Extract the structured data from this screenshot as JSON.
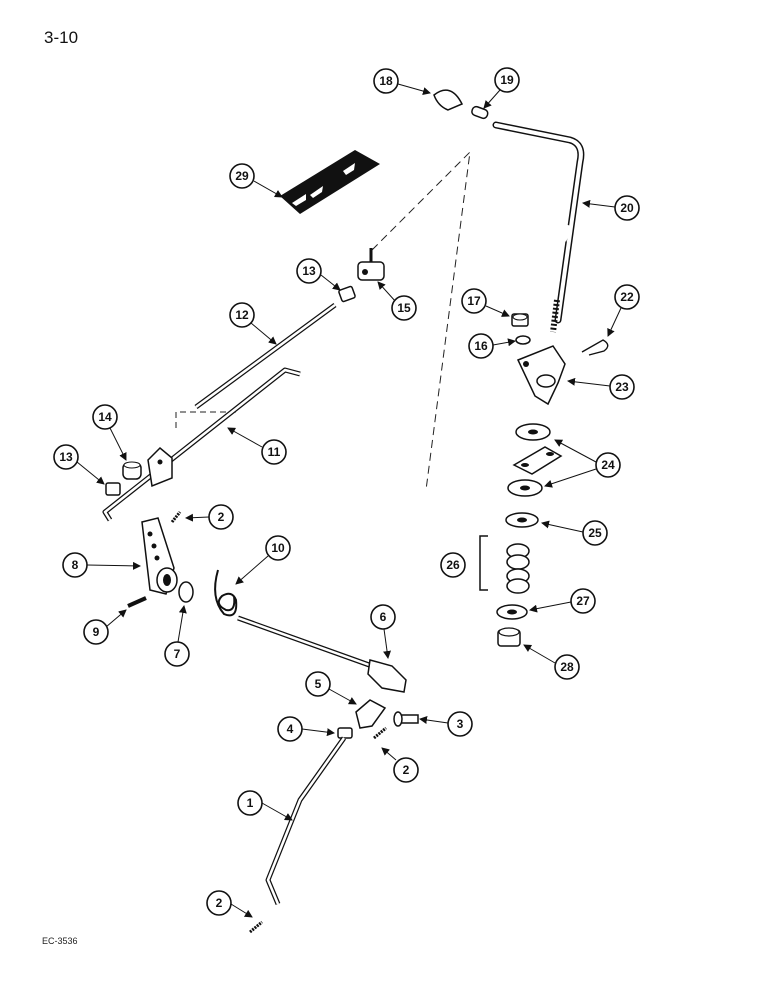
{
  "page_label": "3-10",
  "figure_code": "EC-3536",
  "callouts": [
    "1",
    "2",
    "2",
    "2",
    "3",
    "4",
    "5",
    "6",
    "7",
    "8",
    "9",
    "10",
    "11",
    "12",
    "13",
    "13",
    "14",
    "15",
    "16",
    "17",
    "18",
    "19",
    "20",
    "22",
    "23",
    "24",
    "25",
    "26",
    "27",
    "28",
    "29"
  ]
}
